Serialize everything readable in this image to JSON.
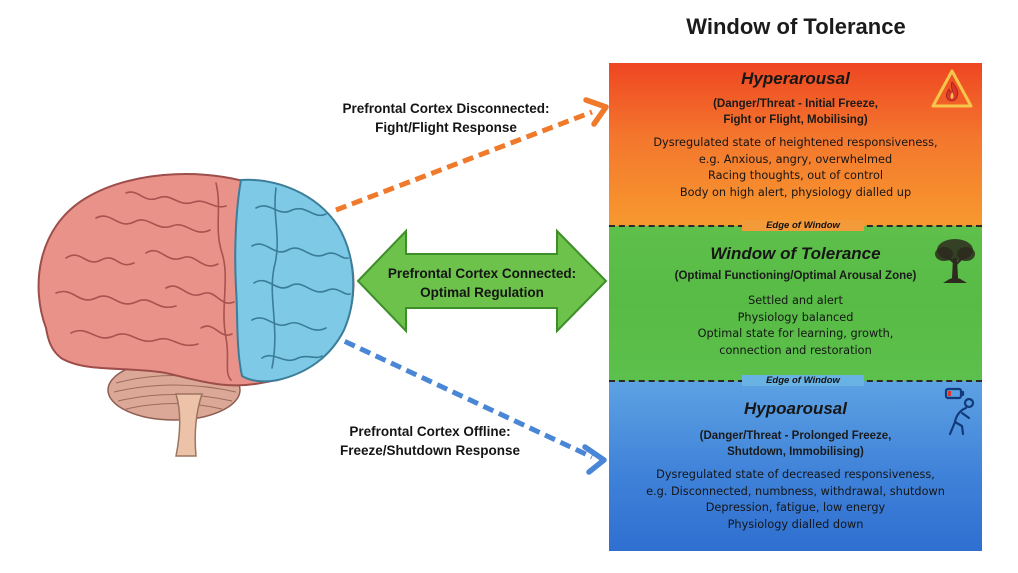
{
  "title": "Window of Tolerance",
  "labels": {
    "disconnected": [
      "Prefrontal Cortex Disconnected:",
      "Fight/Flight Response"
    ],
    "connected": [
      "Prefrontal Cortex Connected:",
      "Optimal Regulation"
    ],
    "offline": [
      "Prefrontal Cortex Offline:",
      "Freeze/Shutdown Response"
    ]
  },
  "zones": {
    "hyper": {
      "title": "Hyperarousal",
      "subtitle": [
        "(Danger/Threat - Initial Freeze,",
        "Fight or Flight, Mobilising)"
      ],
      "description": [
        "Dysregulated state of heightened responsiveness,",
        "e.g. Anxious, angry, overwhelmed",
        "Racing thoughts, out of control",
        "Body on high alert, physiology dialled up"
      ]
    },
    "window": {
      "title": "Window of Tolerance",
      "subtitle": [
        "(Optimal Functioning/Optimal Arousal Zone)"
      ],
      "description": [
        "Settled and alert",
        "Physiology balanced",
        "Optimal state for learning, growth,",
        "connection and restoration"
      ]
    },
    "hypo": {
      "title": "Hypoarousal",
      "subtitle": [
        "(Danger/Threat - Prolonged Freeze,",
        "Shutdown, Immobilising)"
      ],
      "description": [
        "Dysregulated state of decreased responsiveness,",
        "e.g. Disconnected, numbness, withdrawal, shutdown",
        "Depression, fatigue, low energy",
        "Physiology dialled down"
      ]
    }
  },
  "edge_label": "Edge of Window",
  "colors": {
    "hyper": "#f4762d",
    "window": "#5cbd49",
    "hypo": "#3f82d9",
    "arrow_orange": "#f07a2c",
    "arrow_blue": "#4a86d6",
    "arrow_green": "#6cc24a",
    "brain_cortex": "#e89189",
    "brain_prefrontal": "#7cc8e6"
  },
  "icons": {
    "hyper": "fire-warning-icon",
    "window": "tree-icon",
    "hypo": "low-battery-person-icon"
  }
}
